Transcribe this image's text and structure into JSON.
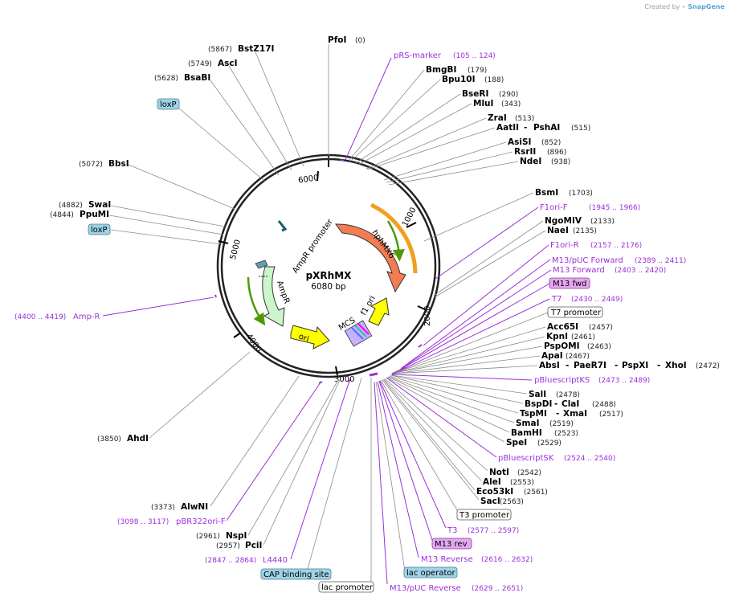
{
  "credit": {
    "prefix": "Created by",
    "brand": "SnapGene"
  },
  "plasmid": {
    "name": "pXRhMX",
    "size_label": "6080 bp",
    "length": 6080
  },
  "ticks": [
    "1000",
    "2000",
    "3000",
    "4000",
    "5000",
    "6000"
  ],
  "enzymes": [
    {
      "name": "PfoI",
      "pos": "(0)"
    },
    {
      "name": "BstZ17I",
      "pos": "(5867)"
    },
    {
      "name": "AscI",
      "pos": "(5749)"
    },
    {
      "name": "BsaBI",
      "pos": "(5628)"
    },
    {
      "name": "BbsI",
      "pos": "(5072)"
    },
    {
      "name": "SwaI",
      "pos": "(4882)"
    },
    {
      "name": "PpuMI",
      "pos": "(4844)"
    },
    {
      "name": "AhdI",
      "pos": "(3850)"
    },
    {
      "name": "AlwNI",
      "pos": "(3373)"
    },
    {
      "name": "NspI",
      "pos": "(2961)"
    },
    {
      "name": "PciI",
      "pos": "(2957)"
    },
    {
      "name": "BmgBI",
      "pos": "(179)"
    },
    {
      "name": "Bpu10I",
      "pos": "(188)"
    },
    {
      "name": "BseRI",
      "pos": "(290)"
    },
    {
      "name": "MluI",
      "pos": "(343)"
    },
    {
      "name": "ZraI",
      "pos": "(513)"
    },
    {
      "name": "AatII",
      "extra": [
        "PshAI"
      ],
      "pos": "(515)"
    },
    {
      "name": "AsiSI",
      "pos": "(852)"
    },
    {
      "name": "RsrII",
      "pos": "(896)"
    },
    {
      "name": "NdeI",
      "pos": "(938)"
    },
    {
      "name": "BsmI",
      "pos": "(1703)"
    },
    {
      "name": "NgoMIV",
      "pos": "(2133)"
    },
    {
      "name": "NaeI",
      "pos": "(2135)"
    },
    {
      "name": "Acc65I",
      "pos": "(2457)"
    },
    {
      "name": "KpnI",
      "pos": "(2461)"
    },
    {
      "name": "PspOMI",
      "pos": "(2463)"
    },
    {
      "name": "ApaI",
      "pos": "(2467)"
    },
    {
      "name": "AbsI",
      "extra": [
        "PaeR7I",
        "PspXI",
        "XhoI"
      ],
      "pos": "(2472)"
    },
    {
      "name": "SalI",
      "pos": "(2478)"
    },
    {
      "name": "BspDI",
      "extra": [
        "ClaI"
      ],
      "pos": "(2488)"
    },
    {
      "name": "TspMI",
      "extra": [
        "XmaI"
      ],
      "pos": "(2517)"
    },
    {
      "name": "SmaI",
      "pos": "(2519)"
    },
    {
      "name": "BamHI",
      "pos": "(2523)"
    },
    {
      "name": "SpeI",
      "pos": "(2529)"
    },
    {
      "name": "NotI",
      "pos": "(2542)"
    },
    {
      "name": "AleI",
      "pos": "(2553)"
    },
    {
      "name": "Eco53kI",
      "pos": "(2561)"
    },
    {
      "name": "SacI",
      "pos": "(2563)"
    }
  ],
  "primers": [
    {
      "name": "pRS-marker",
      "range": "(105 .. 124)"
    },
    {
      "name": "F1ori-F",
      "range": "(1945 .. 1966)"
    },
    {
      "name": "F1ori-R",
      "range": "(2157 .. 2176)"
    },
    {
      "name": "M13/pUC Forward",
      "range": "(2389 .. 2411)"
    },
    {
      "name": "M13 Forward",
      "range": "(2403 .. 2420)"
    },
    {
      "name": "T7",
      "range": "(2430 .. 2449)"
    },
    {
      "name": "pBluescriptKS",
      "range": "(2473 .. 2489)"
    },
    {
      "name": "pBluescriptSK",
      "range": "(2524 .. 2540)"
    },
    {
      "name": "T3",
      "range": "(2577 .. 2597)"
    },
    {
      "name": "M13 Reverse",
      "range": "(2616 .. 2632)"
    },
    {
      "name": "M13/pUC Reverse",
      "range": "(2629 .. 2651)"
    },
    {
      "name": "L4440",
      "range": "(2847 .. 2864)"
    },
    {
      "name": "pBR322ori-F",
      "range": "(3098 .. 3117)"
    },
    {
      "name": "Amp-R",
      "range": "(4400 .. 4419)"
    }
  ],
  "boxed_features": [
    {
      "name": "loxP",
      "style": "cyan"
    },
    {
      "name": "loxP",
      "style": "cyan"
    },
    {
      "name": "M13 fwd",
      "style": "violet"
    },
    {
      "name": "T7 promoter",
      "style": "white"
    },
    {
      "name": "T3 promoter",
      "style": "white"
    },
    {
      "name": "M13 rev",
      "style": "violet"
    },
    {
      "name": "lac operator",
      "style": "cyan"
    },
    {
      "name": "CAP binding site",
      "style": "cyan"
    },
    {
      "name": "lac promoter",
      "style": "white"
    }
  ],
  "inner_features": [
    {
      "name": "hphMX6"
    },
    {
      "name": "f1 ori"
    },
    {
      "name": "MCS"
    },
    {
      "name": "ori"
    },
    {
      "name": "AmpR"
    },
    {
      "name": "AmpR promoter"
    }
  ],
  "colors": {
    "primer": "#9b30d9",
    "hphMX6": "#f47c52",
    "f1_ori": "#ffff00",
    "ori": "#ffff00",
    "AmpR": "#ccf5cc",
    "cyan_box": "#9fd3e6",
    "violet_box": "#e4a8f0",
    "promoter_arrow": "#6b8e23",
    "orange_arrow": "#f0a020",
    "backbone": "#222222"
  }
}
